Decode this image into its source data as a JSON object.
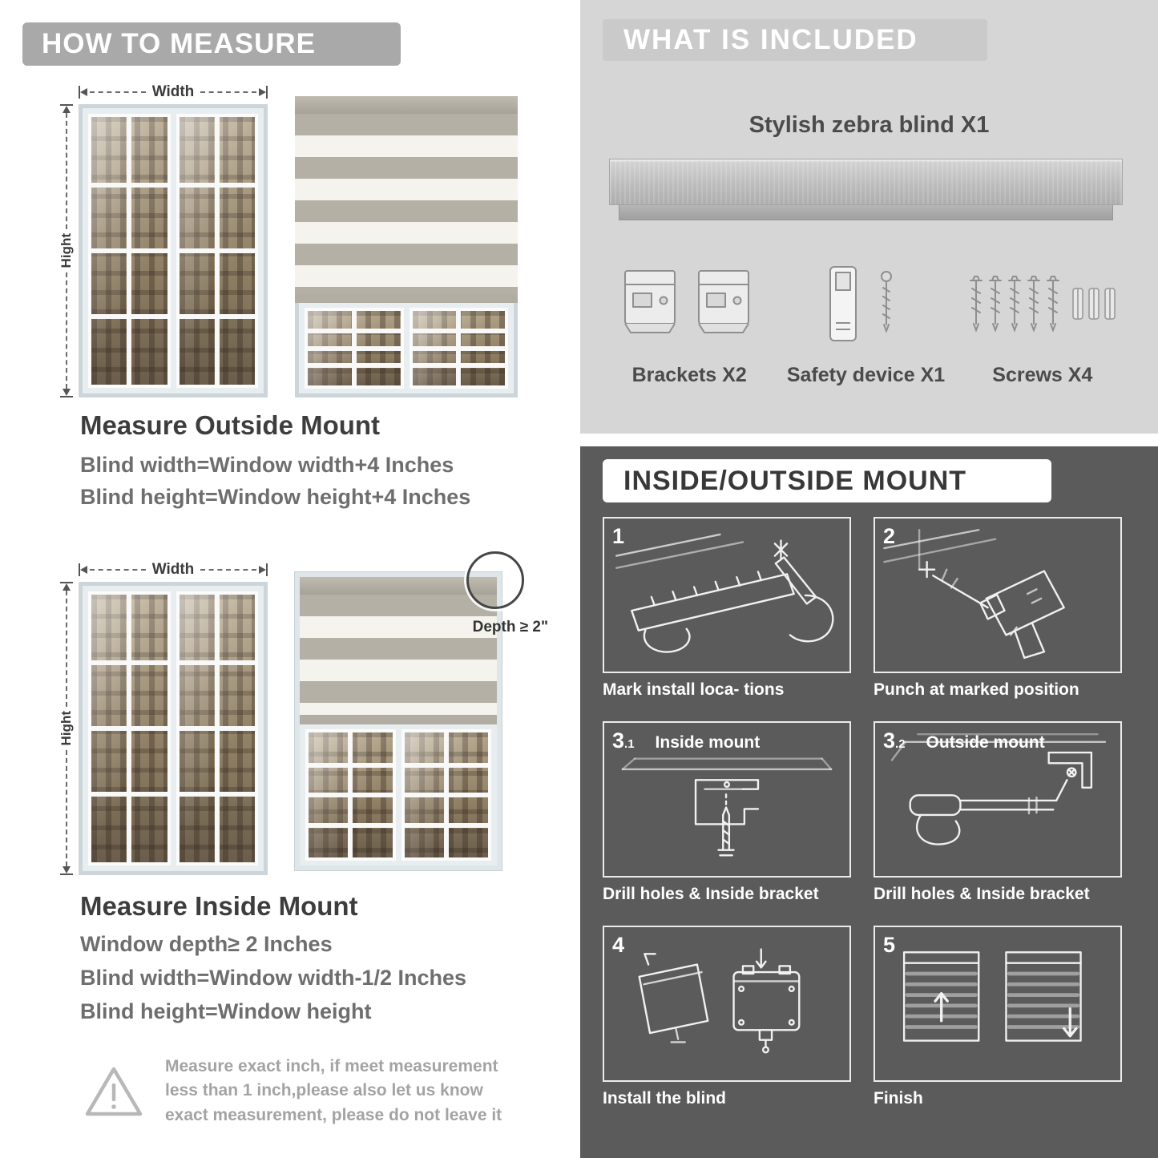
{
  "colors": {
    "header_gray": "#a9a9a9",
    "included_bg": "#d6d6d6",
    "mount_bg": "#5b5b5b",
    "heading_text": "#3d3d3d",
    "body_text": "#6e6e6e",
    "blind_stripe": "#b5b0a5"
  },
  "left": {
    "header": "HOW TO MEASURE",
    "outside": {
      "width_label": "Width",
      "height_label": "Hight",
      "title": "Measure Outside Mount",
      "lines": [
        "Blind width=Window width+4 Inches",
        "Blind height=Window height+4 Inches"
      ]
    },
    "inside": {
      "width_label": "Width",
      "height_label": "Hight",
      "depth_label": "Depth ≥ 2\"",
      "title": "Measure Inside Mount",
      "lines": [
        "Window depth≥ 2 Inches",
        "Blind width=Window width-1/2 Inches",
        "Blind height=Window height"
      ]
    },
    "warning": {
      "text": "Measure exact inch, if meet measurement less than 1 inch,please also let us know exact measurement, please do not leave it"
    }
  },
  "right": {
    "included": {
      "header": "WHAT IS INCLUDED",
      "product": "Stylish zebra blind X1",
      "parts": [
        {
          "label": "Brackets X2"
        },
        {
          "label": "Safety device X1"
        },
        {
          "label": "Screws X4"
        }
      ]
    },
    "mount": {
      "header": "INSIDE/OUTSIDE MOUNT",
      "steps": [
        {
          "num": "1",
          "num_sub": "",
          "title": "",
          "caption": "Mark install loca- tions"
        },
        {
          "num": "2",
          "num_sub": "",
          "title": "",
          "caption": "Punch at marked position"
        },
        {
          "num": "3",
          "num_sub": ".1",
          "title": "Inside mount",
          "caption": "Drill holes & Inside bracket"
        },
        {
          "num": "3",
          "num_sub": ".2",
          "title": "Outside mount",
          "caption": "Drill holes & Inside bracket"
        },
        {
          "num": "4",
          "num_sub": "",
          "title": "",
          "caption": "Install the blind"
        },
        {
          "num": "5",
          "num_sub": "",
          "title": "",
          "caption": "Finish"
        }
      ]
    }
  }
}
